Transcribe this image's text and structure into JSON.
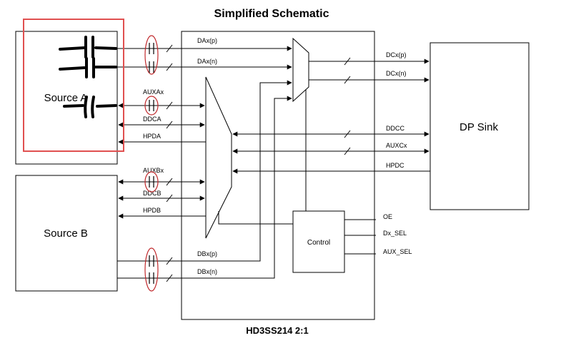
{
  "title": "Simplified Schematic",
  "footer": "HD3SS214  2:1",
  "blocks": {
    "source_a": "Source A",
    "source_b": "Source B",
    "dp_sink": "DP Sink",
    "control": "Control"
  },
  "signals": {
    "dax_p": "DAx(p)",
    "dax_n": "DAx(n)",
    "auxax": "AUXAx",
    "ddca": "DDCA",
    "hpda": "HPDA",
    "auxbx": "AUXBx",
    "ddcb": "DDCB",
    "hpdb": "HPDB",
    "dbx_p": "DBx(p)",
    "dbx_n": "DBx(n)",
    "dcx_p": "DCx(p)",
    "dcx_n": "DCx(n)",
    "ddcc": "DDCC",
    "auxcx": "AUXCx",
    "hpdc": "HPDC",
    "oe": "OE",
    "dx_sel": "Dx_SEL",
    "aux_sel": "AUX_SEL"
  },
  "colors": {
    "highlight_box": "#e05050",
    "ac_cap_marker": "#c0282b",
    "lines": "#000000"
  }
}
